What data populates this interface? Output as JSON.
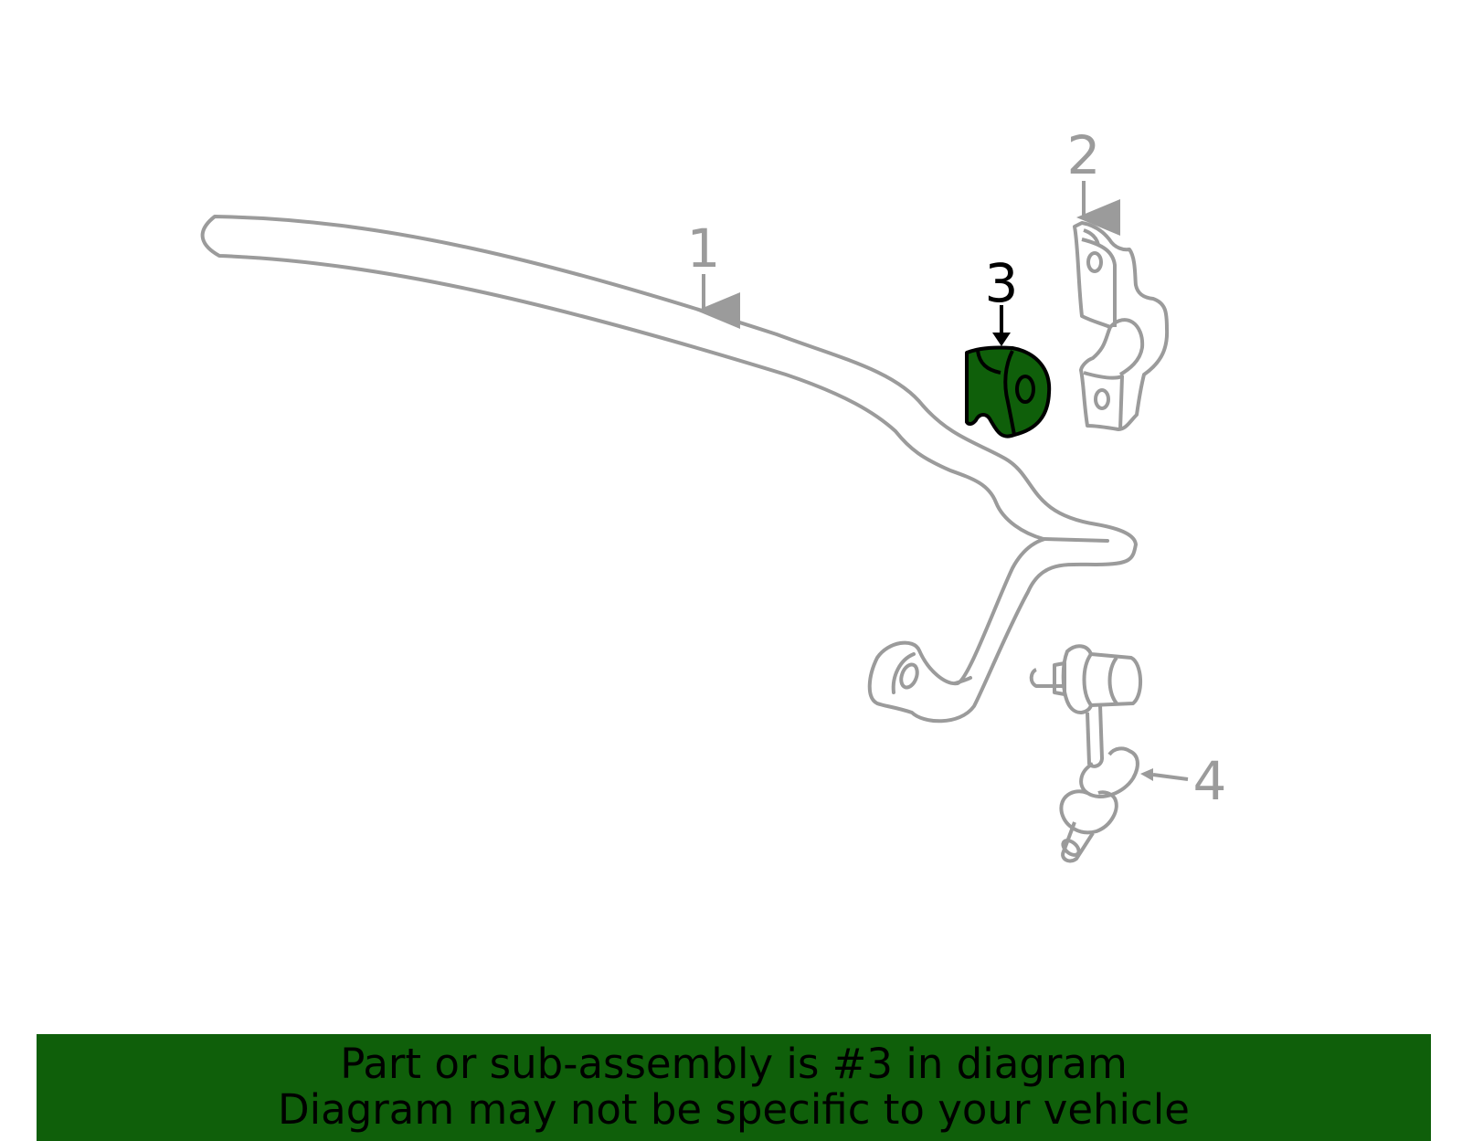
{
  "callouts": [
    {
      "number": "1",
      "part": "stabilizer-bar"
    },
    {
      "number": "2",
      "part": "bracket"
    },
    {
      "number": "3",
      "part": "bushing"
    },
    {
      "number": "4",
      "part": "stabilizer-link"
    }
  ],
  "highlighted_callout": "3",
  "banner": {
    "line1": "Part or sub-assembly is #3 in diagram",
    "line2": "Diagram may not be specific to your vehicle"
  },
  "colors": {
    "line_gray": "#9b9b9b",
    "highlight_fill": "#0f5f0a",
    "highlight_stroke": "#000000",
    "banner_bg": "#0f5f0a"
  }
}
